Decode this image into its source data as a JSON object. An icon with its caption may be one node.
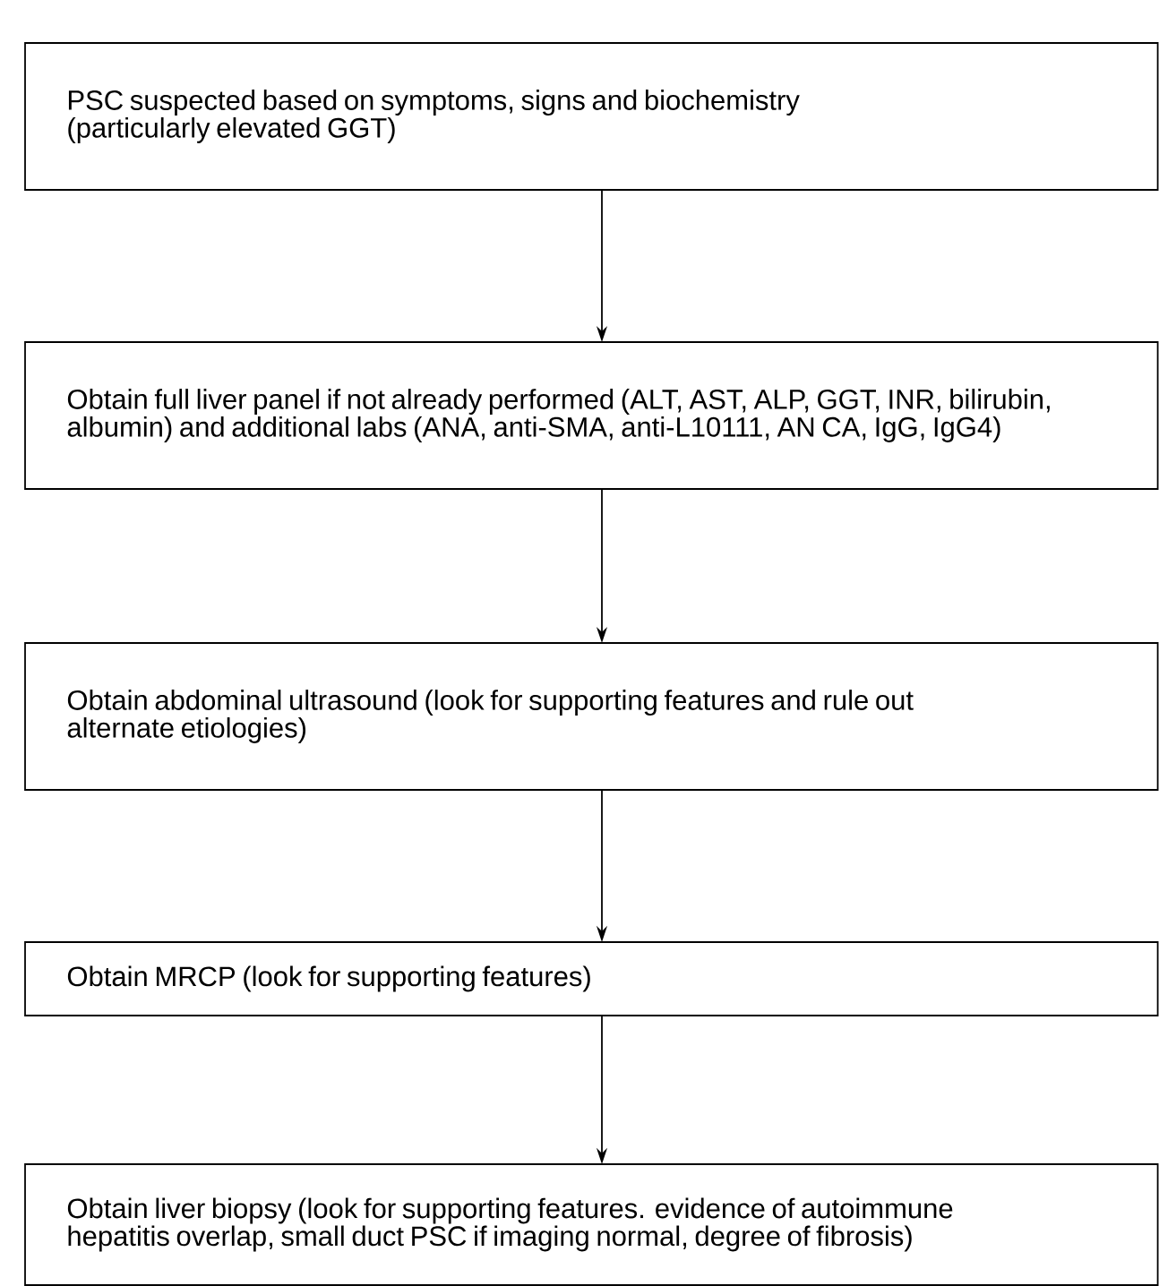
{
  "diagram": {
    "nodes": [
      {
        "text": [
          "PSC suspected based on symptoms, signs and biochemistry (particularly elevated GGT)"
        ]
      },
      {
        "text": [
          "Obtain full liver panel if not already performed (ALT, AST, ALP, GGT, INR, bilirubin, albumin) and additional labs (ANA, anti-SMA, anti-L10111, AN CA, IgG, IgG4)"
        ]
      },
      {
        "text": [
          "Obtain abdominal ultrasound (look for supporting features and rule out alternate etiologies)"
        ]
      },
      {
        "text": [
          "Obtain MRCP (look for supporting features)"
        ]
      },
      {
        "text": [
          "Obtain liver biopsy (look for supporting features. evidence of autoimmune hepatitis overlap, small duct PSC if imaging normal, degree of fibrosis)"
        ]
      }
    ],
    "edges": [
      {
        "from": 0,
        "to": 1,
        "arrow": "to"
      },
      {
        "from": 1,
        "to": 2,
        "arrow": "to"
      },
      {
        "from": 2,
        "to": 3,
        "arrow": "to"
      },
      {
        "from": 3,
        "to": 4,
        "arrow": "to"
      }
    ]
  }
}
